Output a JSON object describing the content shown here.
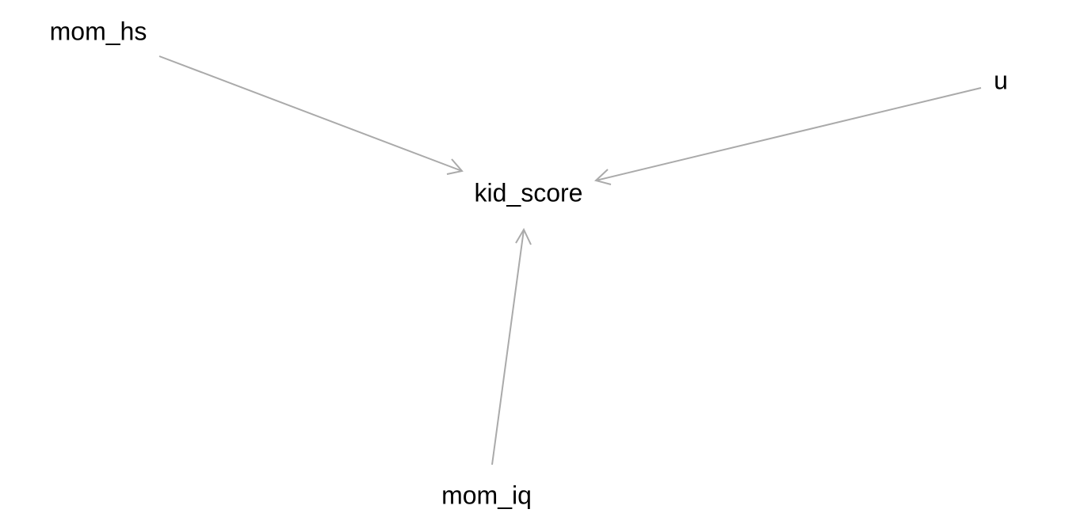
{
  "diagram": {
    "nodes": {
      "mom_hs": "mom_hs",
      "u": "u",
      "kid_score": "kid_score",
      "mom_iq": "mom_iq"
    },
    "edges": [
      {
        "from": "mom_hs",
        "to": "kid_score"
      },
      {
        "from": "u",
        "to": "kid_score"
      },
      {
        "from": "mom_iq",
        "to": "kid_score"
      }
    ],
    "colors": {
      "edge": "#aaaaaa",
      "text": "#000000",
      "background": "#ffffff"
    }
  }
}
